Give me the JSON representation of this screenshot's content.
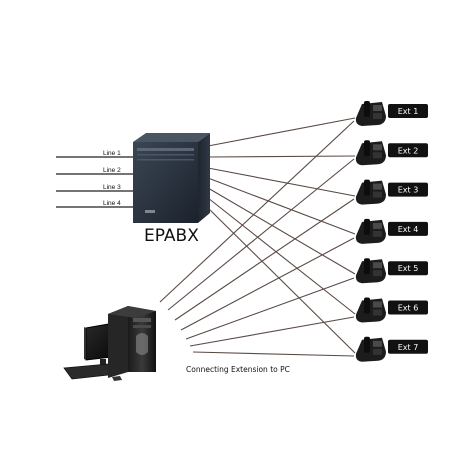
{
  "diagram": {
    "title": "EPABX",
    "caption": "Connecting Extension to PC",
    "lines": [
      {
        "label": "Line 1"
      },
      {
        "label": "Line 2"
      },
      {
        "label": "Line 3"
      },
      {
        "label": "Line 4"
      }
    ],
    "extensions": [
      {
        "label": "Ext 1"
      },
      {
        "label": "Ext 2"
      },
      {
        "label": "Ext 3"
      },
      {
        "label": "Ext 4"
      },
      {
        "label": "Ext 5"
      },
      {
        "label": "Ext 6"
      },
      {
        "label": "Ext 7"
      }
    ],
    "colors": {
      "wire": "#5a4a45",
      "pbx_body": "#2b3440",
      "badge": "#111111"
    }
  }
}
